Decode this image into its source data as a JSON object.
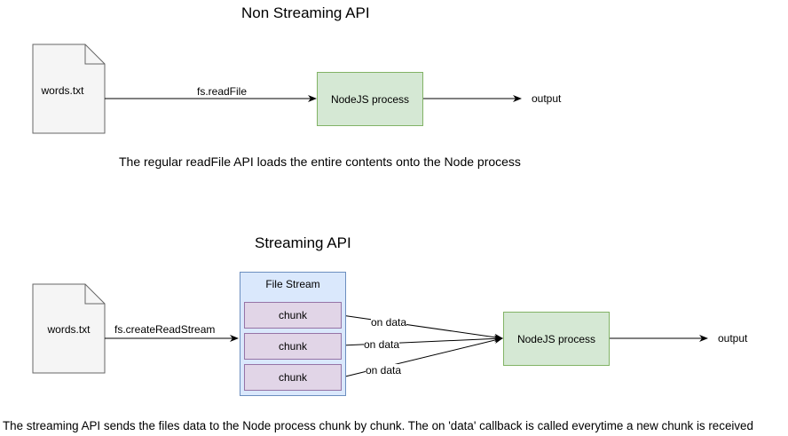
{
  "non_streaming": {
    "title": "Non Streaming API",
    "file_label": "words.txt",
    "edge_label": "fs.readFile",
    "process_label": "NodeJS process",
    "output_label": "output",
    "caption": "The regular readFile API loads the entire contents onto the Node process"
  },
  "streaming": {
    "title": "Streaming API",
    "file_label": "words.txt",
    "edge_label": "fs.createReadStream",
    "stream_label": "File Stream",
    "chunks": [
      "chunk",
      "chunk",
      "chunk"
    ],
    "chunk_edge_labels": [
      "on data",
      "on data",
      "on data"
    ],
    "process_label": "NodeJS process",
    "output_label": "output",
    "caption": "The streaming API sends the files data to the Node process chunk by chunk. The on 'data' callback is called everytime a new chunk is received"
  },
  "colors": {
    "file_fill": "#f5f5f5",
    "file_stroke": "#666666",
    "process_fill": "#d5e8d4",
    "process_stroke": "#82b366",
    "stream_fill": "#dae8fc",
    "stream_stroke": "#6c8ebf",
    "chunk_fill": "#e1d5e7",
    "chunk_stroke": "#9673a6"
  }
}
